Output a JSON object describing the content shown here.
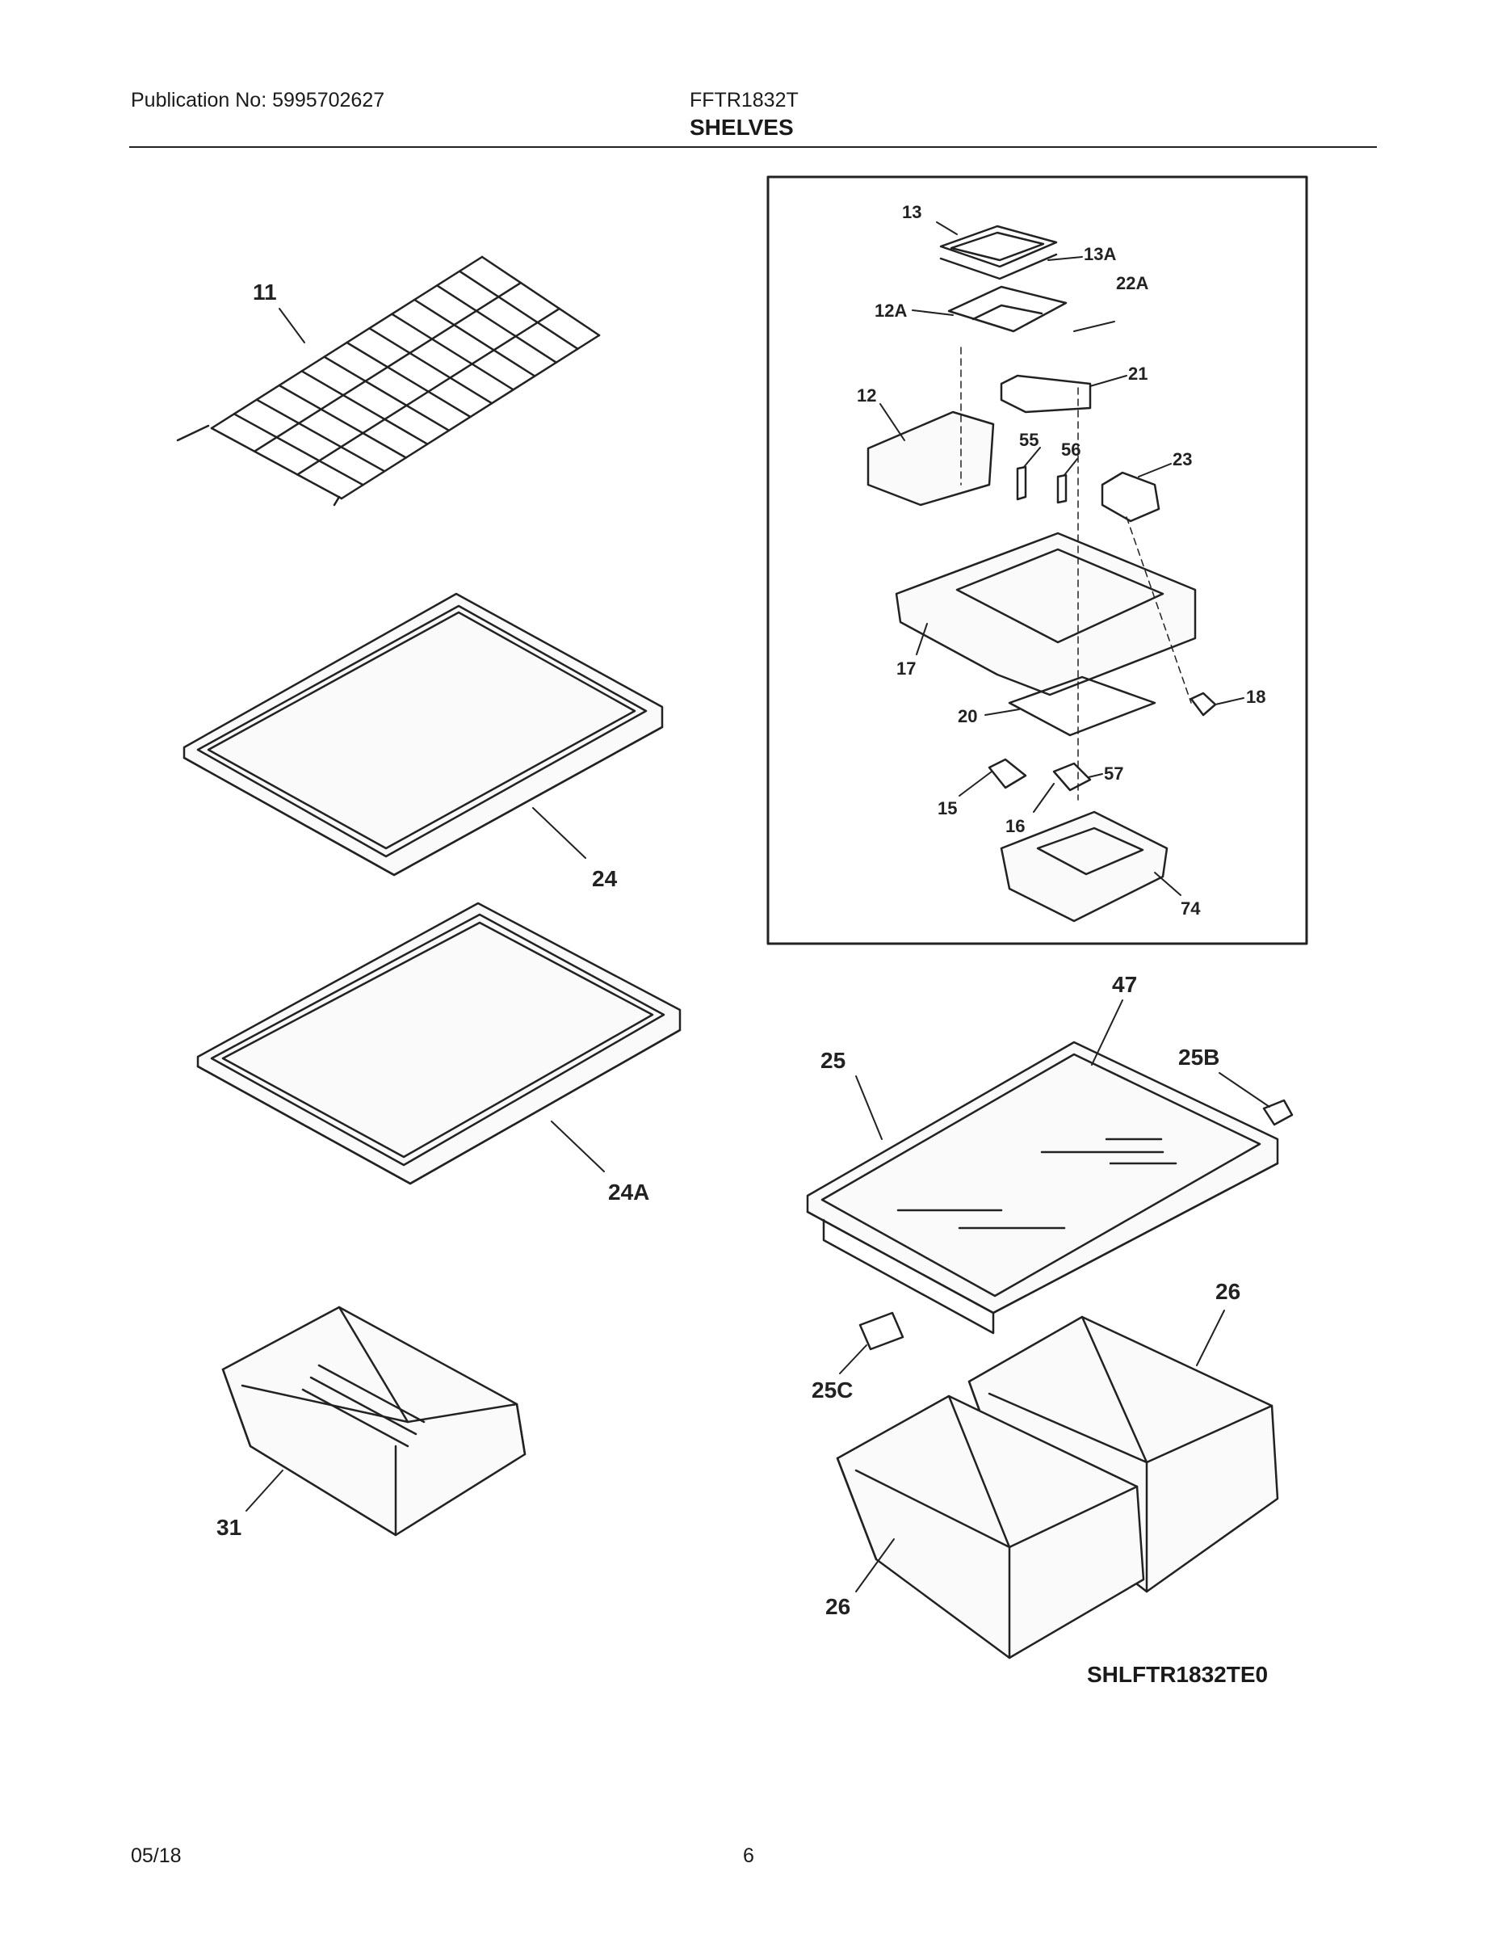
{
  "header": {
    "publication": "Publication No: 5995702627",
    "model": "FFTR1832T",
    "section": "SHELVES"
  },
  "callouts": {
    "c11": "11",
    "c24": "24",
    "c24A": "24A",
    "c31": "31",
    "c13": "13",
    "c13A": "13A",
    "c12A": "12A",
    "c22A": "22A",
    "c21": "21",
    "c12": "12",
    "c55": "55",
    "c56": "56",
    "c23": "23",
    "c17": "17",
    "c18": "18",
    "c20": "20",
    "c57": "57",
    "c15": "15",
    "c16": "16",
    "c74": "74",
    "c47": "47",
    "c25": "25",
    "c25B": "25B",
    "c25C": "25C",
    "c26a": "26",
    "c26b": "26"
  },
  "diagram_code": "SHLFTR1832TE0",
  "footer": {
    "date": "05/18",
    "page": "6"
  }
}
